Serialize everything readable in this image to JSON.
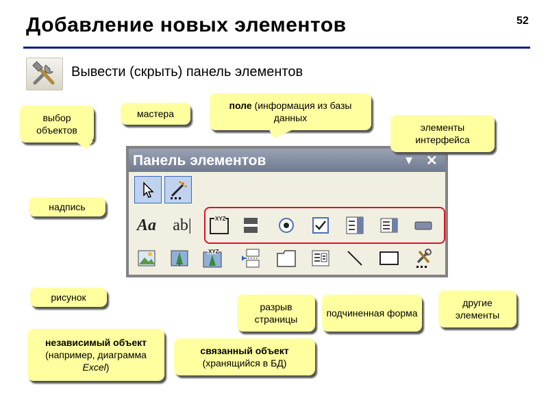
{
  "slide": {
    "title": "Добавление новых элементов",
    "number": "52",
    "subtitle": "Вывести (скрыть) панель элементов",
    "subtitle_icon": "tools-icon"
  },
  "toolbar": {
    "title": "Панель элементов",
    "menu_glyph": "▾",
    "close_glyph": "✕",
    "text_label_glyph": "Aa",
    "text_box_glyph": "ab|",
    "buttons_row1": [
      "select-objects-icon",
      "control-wizards-icon"
    ],
    "buttons_row2": [
      "label-icon",
      "text-box-icon",
      "option-group-icon",
      "toggle-button-icon",
      "option-button-icon",
      "check-box-icon",
      "combo-box-icon",
      "list-box-icon",
      "command-button-icon"
    ],
    "buttons_row3": [
      "image-icon",
      "unbound-object-frame-icon",
      "bound-object-frame-icon",
      "page-break-icon",
      "tab-control-icon",
      "subform-icon",
      "line-icon",
      "rectangle-icon",
      "more-controls-icon"
    ]
  },
  "callouts": {
    "select_objects": "выбор объектов",
    "wizards": "мастера",
    "field_bold": "поле",
    "field_rest": " (информация из базы данных",
    "ui_elements": "элементы интерфейса",
    "label": "надпись",
    "image": "рисунок",
    "page_break": "разрыв страницы",
    "subform": "подчиненная форма",
    "other_elements": "другие элементы",
    "unbound_bold": "независимый объект",
    "unbound_rest_1": " (например, диаграмма ",
    "unbound_excel": "Excel",
    "unbound_rest_2": ")",
    "bound_bold": "связанный объект",
    "bound_rest": "(хранящийся в БД)"
  },
  "colors": {
    "callout_fill": "#ffffa0",
    "title_rule": "#0a1e8a",
    "highlight": "#e01020",
    "pressed_button": "#c1d2ee"
  }
}
